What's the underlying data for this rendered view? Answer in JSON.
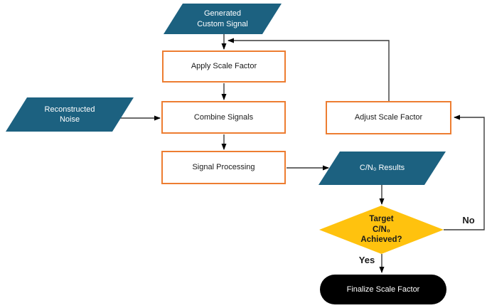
{
  "diagram": {
    "type": "flowchart",
    "nodes": {
      "generated": {
        "label": "Generated\nCustom Signal",
        "shape": "parallelogram"
      },
      "apply": {
        "label": "Apply Scale Factor",
        "shape": "rectangle"
      },
      "reconstructed": {
        "label": "Reconstructed\nNoise",
        "shape": "parallelogram"
      },
      "combine": {
        "label": "Combine Signals",
        "shape": "rectangle"
      },
      "adjust": {
        "label": "Adjust Scale Factor",
        "shape": "rectangle"
      },
      "processing": {
        "label": "Signal Processing",
        "shape": "rectangle"
      },
      "results": {
        "label": "C/N₀ Results",
        "shape": "parallelogram"
      },
      "decision": {
        "label": "Target\nC/N₀\nAchieved?",
        "shape": "diamond"
      },
      "finalize": {
        "label": "Finalize Scale Factor",
        "shape": "terminator"
      }
    },
    "edge_labels": {
      "no": "No",
      "yes": "Yes"
    },
    "flow": [
      "Generated Custom Signal -> Apply Scale Factor",
      "Reconstructed Noise -> Combine Signals",
      "Apply Scale Factor -> Combine Signals",
      "Combine Signals -> Signal Processing",
      "Signal Processing -> C/N0 Results",
      "C/N0 Results -> Target C/N0 Achieved?",
      "Target C/N0 Achieved? -No-> Adjust Scale Factor",
      "Adjust Scale Factor -> Apply Scale Factor",
      "Target C/N0 Achieved? -Yes-> Finalize Scale Factor"
    ],
    "colors": {
      "io_fill": "#1c6180",
      "io_text": "#ffffff",
      "process_border": "#ed7d31",
      "process_fill": "#ffffff",
      "decision_fill": "#ffc20e",
      "terminator_fill": "#000000",
      "terminator_text": "#ffffff",
      "connector": "#3a3a3a",
      "text": "#1a1a1a",
      "background": "#ffffff"
    }
  }
}
